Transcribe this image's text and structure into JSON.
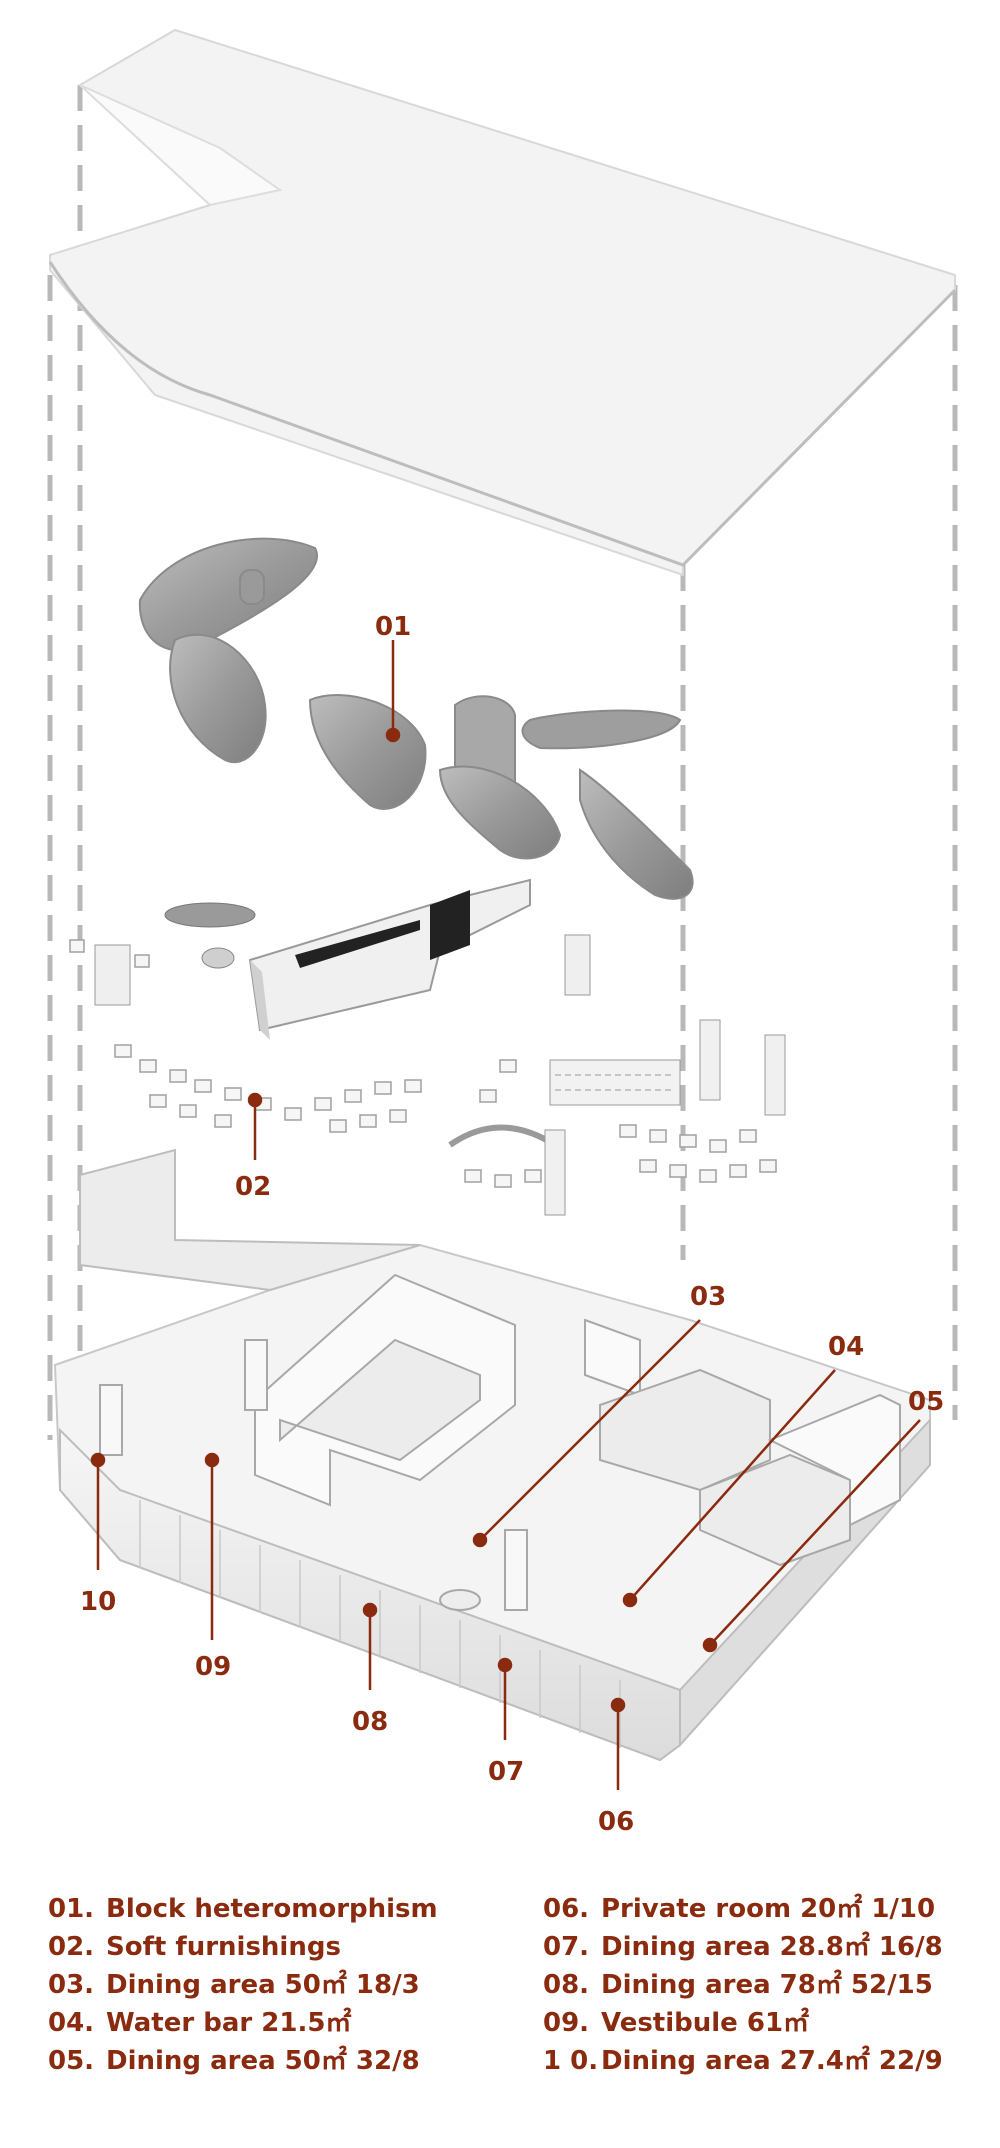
{
  "colors": {
    "accent": "#8a2a0e",
    "model_light": "#f4f4f4",
    "model_mid": "#d6d6d6",
    "model_dark": "#8c8c8c",
    "furniture_dark": "#222222",
    "dash_line": "#b8b8b8"
  },
  "callouts": [
    {
      "id": "01",
      "text": "01"
    },
    {
      "id": "02",
      "text": "02"
    },
    {
      "id": "03",
      "text": "03"
    },
    {
      "id": "04",
      "text": "04"
    },
    {
      "id": "05",
      "text": "05"
    },
    {
      "id": "06",
      "text": "06"
    },
    {
      "id": "07",
      "text": "07"
    },
    {
      "id": "08",
      "text": "08"
    },
    {
      "id": "09",
      "text": "09"
    },
    {
      "id": "10",
      "text": "10"
    }
  ],
  "legend": {
    "left": [
      {
        "num": "01.",
        "label": "Block heteromorphism"
      },
      {
        "num": "02.",
        "label": "Soft furnishings"
      },
      {
        "num": "03.",
        "label": "Dining area 50㎡ 18/3"
      },
      {
        "num": "04.",
        "label": "Water bar 21.5㎡"
      },
      {
        "num": "05.",
        "label": "Dining area 50㎡ 32/8"
      }
    ],
    "right": [
      {
        "num": "06.",
        "label": "Private room 20㎡ 1/10"
      },
      {
        "num": "07.",
        "label": "Dining area 28.8㎡ 16/8"
      },
      {
        "num": "08.",
        "label": "Dining area 78㎡ 52/15"
      },
      {
        "num": "09.",
        "label": "Vestibule 61㎡"
      },
      {
        "num": "1 0.",
        "label": "Dining area 27.4㎡ 22/9"
      }
    ]
  }
}
